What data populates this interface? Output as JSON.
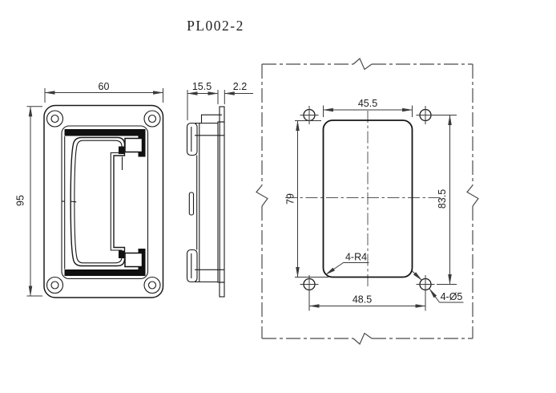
{
  "title": "PL002-2",
  "palette": {
    "background": "#ffffff",
    "part_line": "#1a1a1a",
    "dimension_line": "#3a3a3a",
    "center_line": "#555555",
    "phantom_line": "#4a4a4a"
  },
  "front_view": {
    "width": "60",
    "height": "95"
  },
  "side_view": {
    "depth": "15.5",
    "flange_thickness": "2.2"
  },
  "cutout_view": {
    "cutout_width": "45.5",
    "cutout_height": "79",
    "hole_pitch_height": "83.5",
    "hole_pitch_width": "48.5",
    "corner_radius": "4-R4",
    "holes": "4-Ø5"
  }
}
